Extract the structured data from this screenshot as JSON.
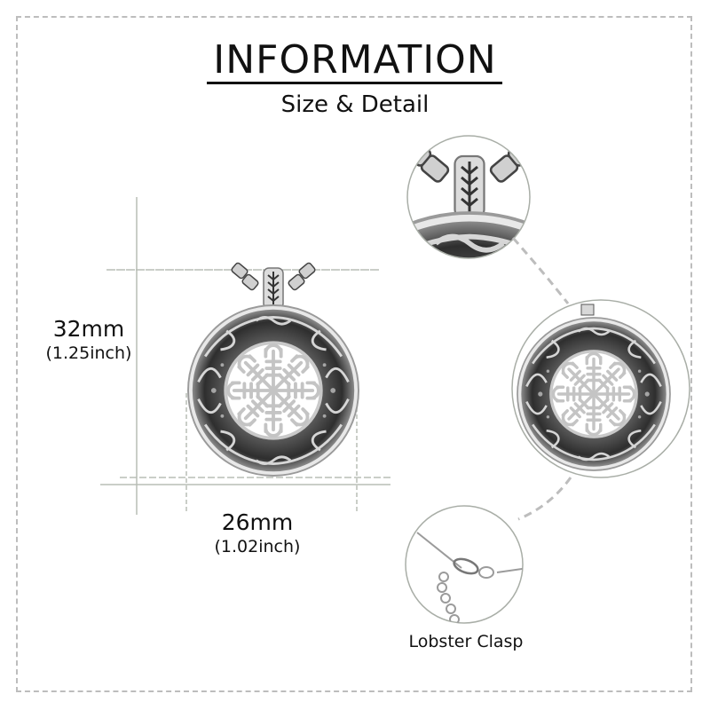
{
  "header": {
    "title": "INFORMATION",
    "subtitle": "Size & Detail"
  },
  "dimensions": {
    "height": {
      "mm": "32mm",
      "inch": "(1.25inch)"
    },
    "width": {
      "mm": "26mm",
      "inch": "(1.02inch)"
    }
  },
  "details": [
    {
      "name": "bail-and-chain-detail",
      "caption": ""
    },
    {
      "name": "pendant-front-detail",
      "caption": ""
    },
    {
      "name": "clasp-detail",
      "caption": "Lobster Clasp"
    }
  ],
  "colors": {
    "text": "#111111",
    "guide_line": "#b8bdb6",
    "frame_dash": "#bdbdbd",
    "metal_dark": "#3a3a3a",
    "metal_light": "#d9d9d9"
  }
}
